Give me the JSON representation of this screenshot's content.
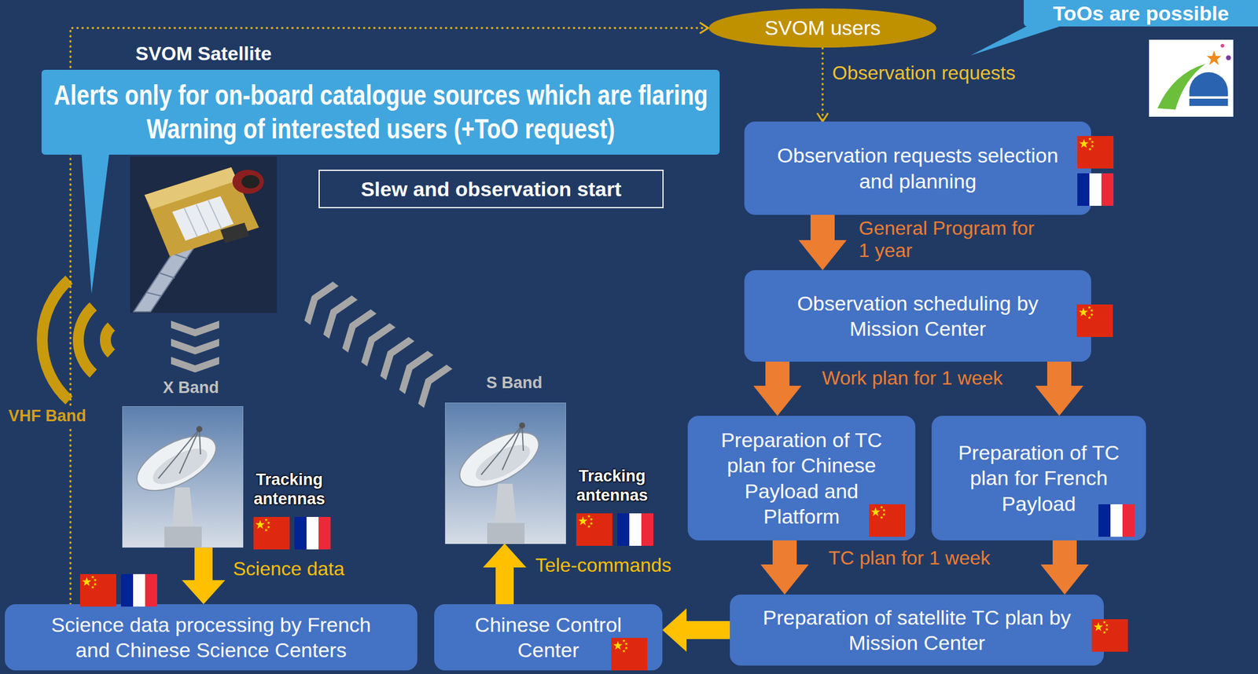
{
  "diagram": {
    "nodes": [
      {
        "text": [
          "SVOM Satellite"
        ]
      },
      {
        "text": [
          "SVOM users"
        ]
      },
      {
        "text": [
          "ToOs are possible"
        ]
      },
      {
        "text": [
          "Alerts only for on-board catalogue sources which are flaring",
          "Warning of interested users (+ToO request)"
        ]
      },
      {
        "text": [
          "Slew and observation start"
        ]
      },
      {
        "text": [
          "Observation requests selection and planning"
        ]
      },
      {
        "text": [
          "Observation scheduling by Mission Center"
        ]
      },
      {
        "text": [
          "Preparation of TC plan for Chinese Payload and Platform"
        ]
      },
      {
        "text": [
          "Preparation of TC plan for French Payload"
        ]
      },
      {
        "text": [
          "Tracking antennas"
        ]
      },
      {
        "text": [
          "Tracking antennas"
        ]
      },
      {
        "text": [
          "Science data processing by French and Chinese Science Centers"
        ]
      },
      {
        "text": [
          "Chinese Control Center"
        ]
      },
      {
        "text": [
          "Preparation of satellite TC plan by Mission Center"
        ]
      }
    ],
    "edges": [
      {
        "from": 1,
        "to": 5,
        "label": "Observation requests",
        "arrow": "to"
      },
      {
        "from": 5,
        "to": 6,
        "label": "General Program for 1 year",
        "arrow": "to"
      },
      {
        "from": 6,
        "to": 7,
        "label": "Work plan for 1 week",
        "arrow": "to"
      },
      {
        "from": 6,
        "to": 8,
        "arrow": "to"
      },
      {
        "from": 7,
        "to": 13,
        "label": "TC plan for 1 week",
        "arrow": "to"
      },
      {
        "from": 8,
        "to": 13,
        "arrow": "to"
      },
      {
        "from": 13,
        "to": 12,
        "arrow": "to"
      },
      {
        "from": 12,
        "to": 10,
        "label": "Tele-commands",
        "arrow": "to"
      },
      {
        "from": 10,
        "to": 0,
        "label": "S Band",
        "arrow": "to"
      },
      {
        "from": 0,
        "to": 9,
        "label": "X Band",
        "arrow": "to"
      },
      {
        "from": 9,
        "to": 11,
        "label": "Science data",
        "arrow": "to"
      },
      {
        "from": 11,
        "to": 1,
        "arrow": "to"
      }
    ],
    "labels": [
      "VHF Band"
    ]
  }
}
